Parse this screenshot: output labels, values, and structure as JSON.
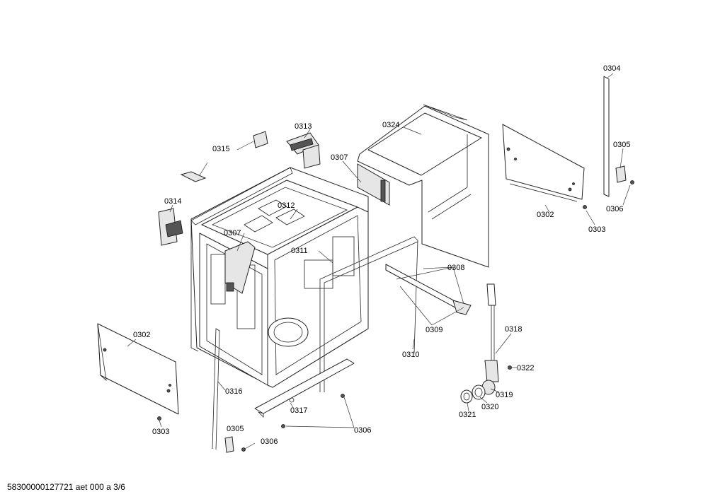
{
  "footer": "58300000127721 aet 000 a 3/6",
  "callouts": {
    "c0304": "0304",
    "c0324": "0324",
    "c0313": "0313",
    "c0315": "0315",
    "c0307_top": "0307",
    "c0305_right": "0305",
    "c0312": "0312",
    "c0314": "0314",
    "c0302_right": "0302",
    "c0306_right": "0306",
    "c0303_right": "0303",
    "c0307_left": "0307",
    "c0311": "0311",
    "c0308": "0308",
    "c0309": "0309",
    "c0302_left": "0302",
    "c0310": "0310",
    "c0318": "0318",
    "c0322": "0322",
    "c0316": "0316",
    "c0319": "0319",
    "c0320": "0320",
    "c0321": "0321",
    "c0317": "0317",
    "c0306_bottom": "0306",
    "c0305_left": "0305",
    "c0303_left": "0303",
    "c0306_left": "0306"
  }
}
